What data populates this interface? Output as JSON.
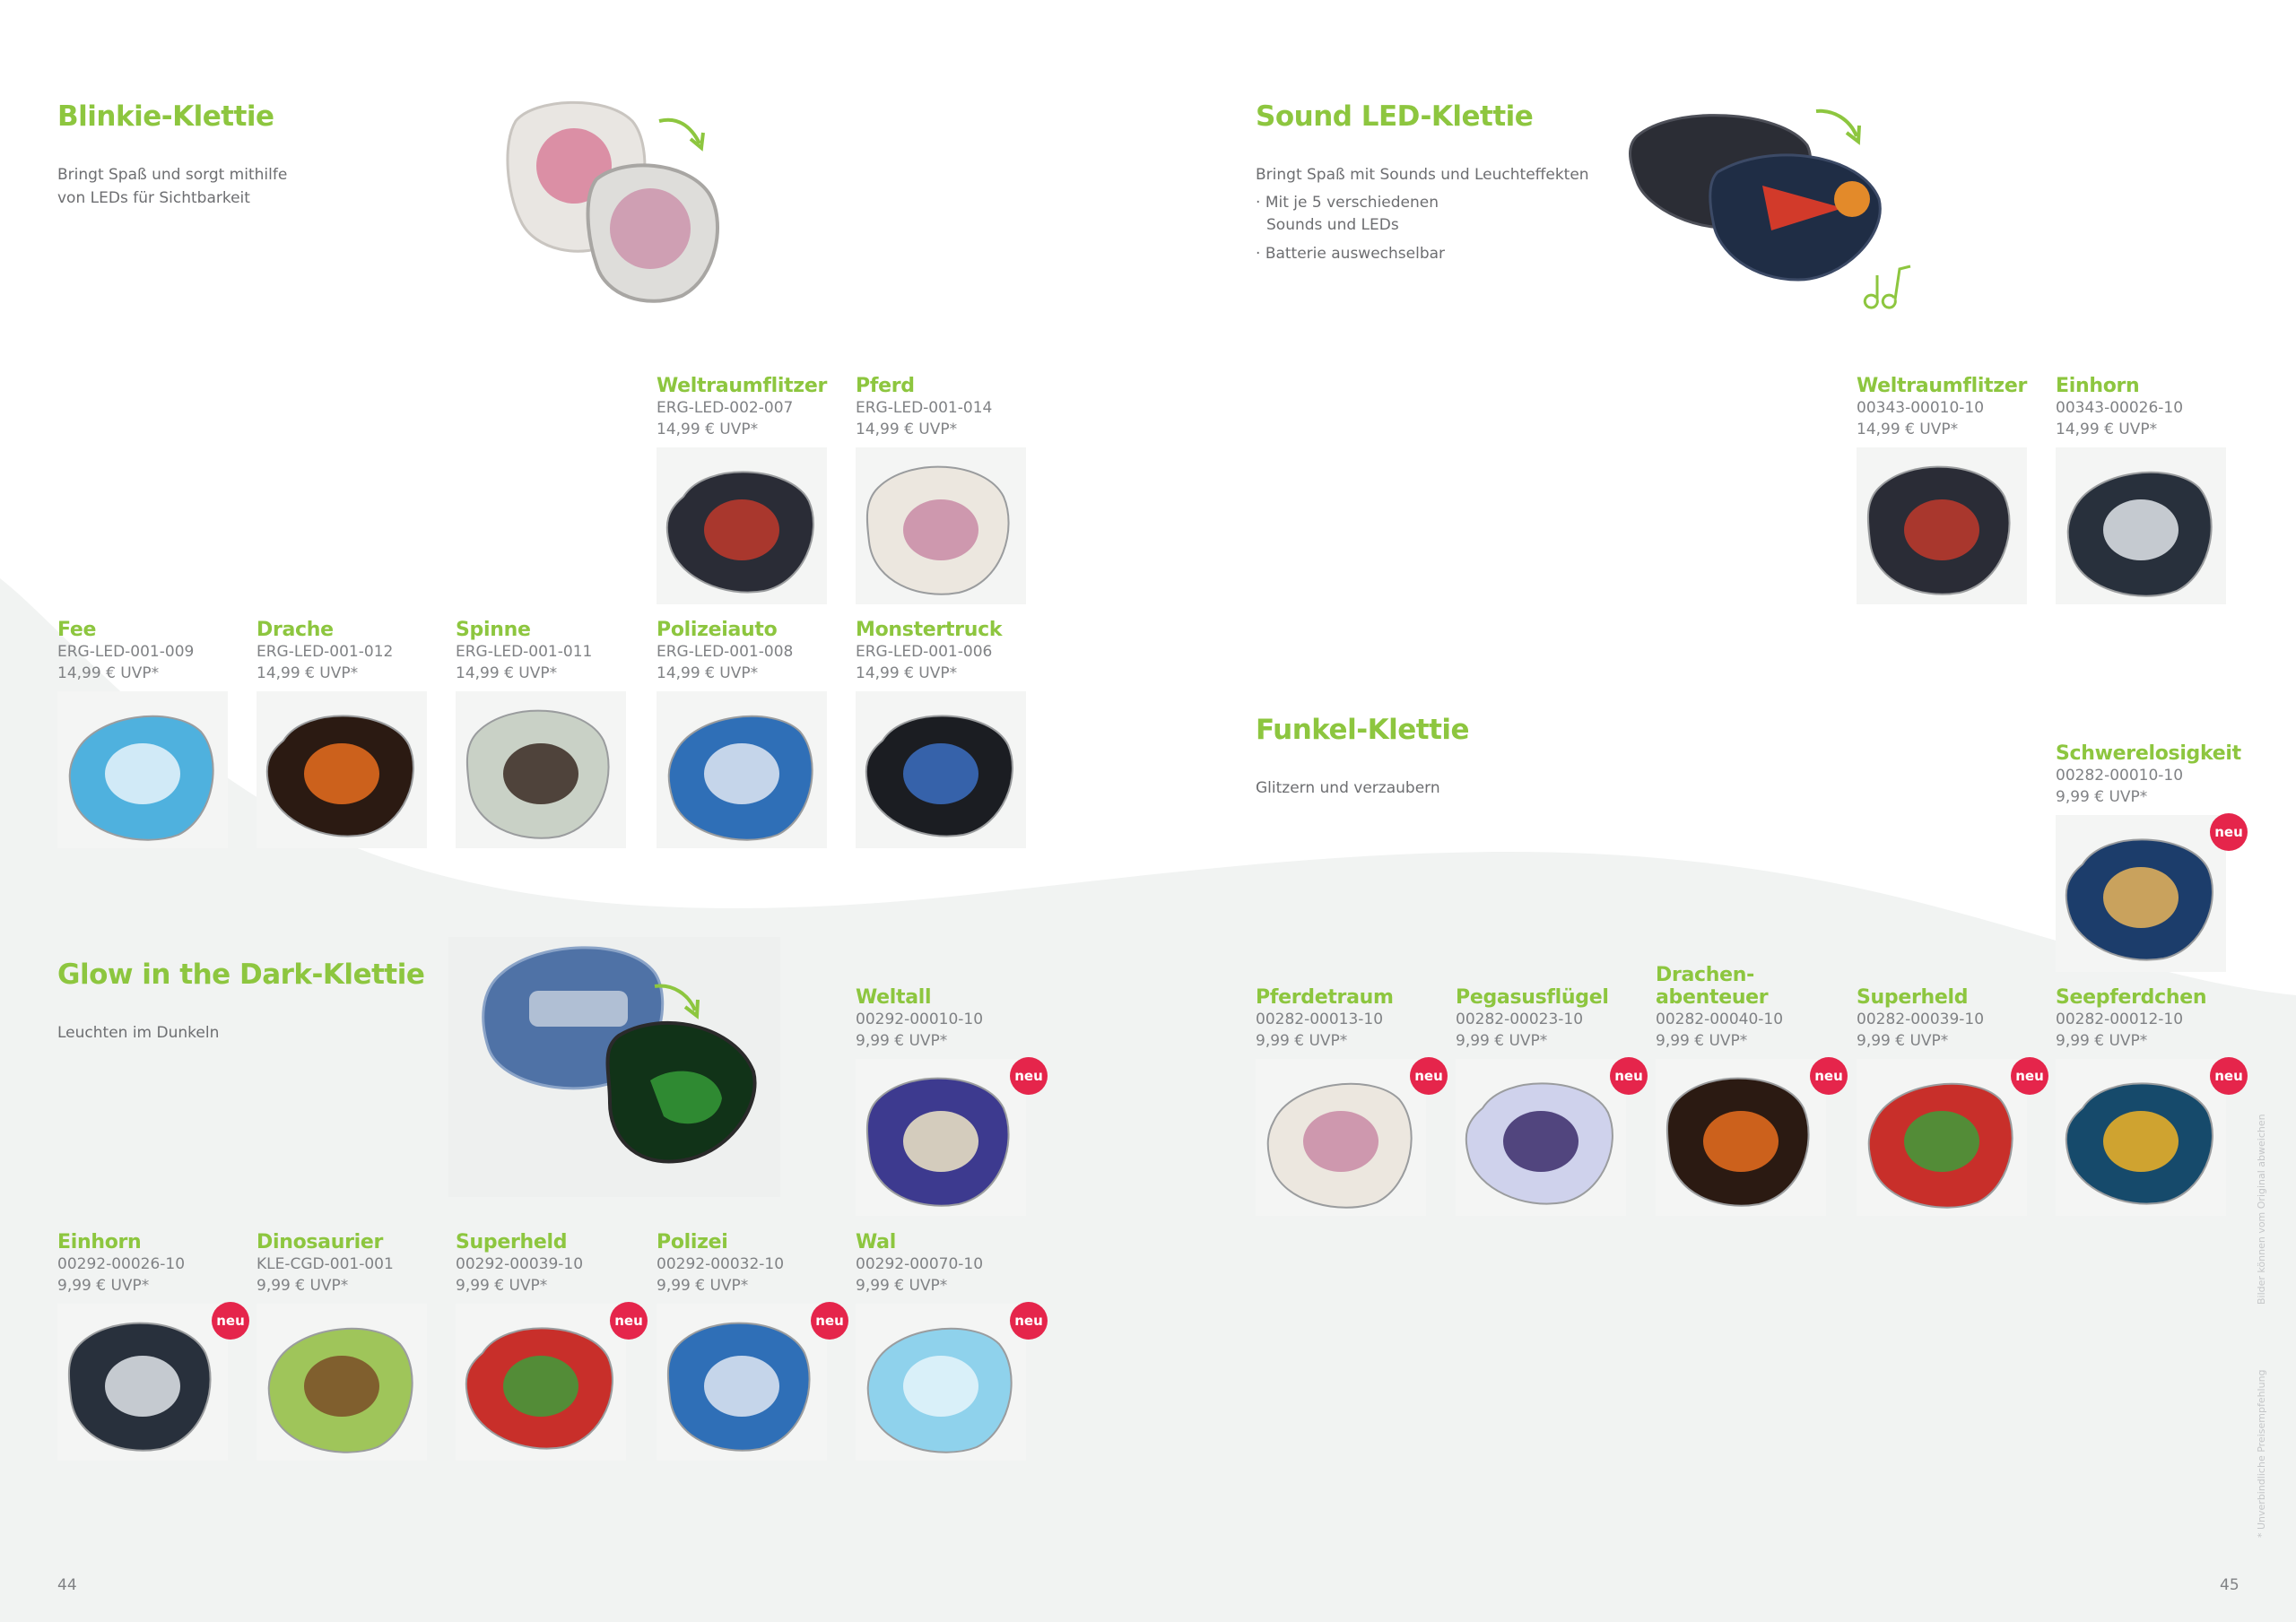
{
  "colors": {
    "accent": "#8dc63f",
    "badge": "#e5254b",
    "text": "#6d6e71",
    "wave": "#f1f3f2"
  },
  "badge_label": "neu",
  "sections": {
    "blinkie": {
      "title": "Blinkie-Klettie",
      "desc_lines": [
        "Bringt Spaß und sorgt mithilfe",
        "von LEDs für Sichtbarkeit"
      ]
    },
    "sound": {
      "title": "Sound LED-Klettie",
      "desc": "Bringt Spaß mit Sounds und Leuchteffekten",
      "bullets": [
        "Mit je 5 verschiedenen",
        "Sounds und LEDs",
        "Batterie auswechselbar"
      ]
    },
    "glow": {
      "title": "Glow in the Dark-Klettie",
      "desc": "Leuchten im Dunkeln"
    },
    "funkel": {
      "title": "Funkel-Klettie",
      "desc": "Glitzern und verzaubern"
    }
  },
  "products": [
    {
      "name": "Weltraumflitzer",
      "code": "ERG-LED-002-007",
      "price": "14,99 € UVP*",
      "icon": "spaceship-image",
      "new": false
    },
    {
      "name": "Pferd",
      "code": "ERG-LED-001-014",
      "price": "14,99 € UVP*",
      "icon": "horse-image",
      "new": false
    },
    {
      "name": "Fee",
      "code": "ERG-LED-001-009",
      "price": "14,99 € UVP*",
      "icon": "fairy-image",
      "new": false
    },
    {
      "name": "Drache",
      "code": "ERG-LED-001-012",
      "price": "14,99 € UVP*",
      "icon": "dragon-image",
      "new": false
    },
    {
      "name": "Spinne",
      "code": "ERG-LED-001-011",
      "price": "14,99 € UVP*",
      "icon": "spider-image",
      "new": false
    },
    {
      "name": "Polizeiauto",
      "code": "ERG-LED-001-008",
      "price": "14,99 € UVP*",
      "icon": "police-car-image",
      "new": false
    },
    {
      "name": "Monstertruck",
      "code": "ERG-LED-001-006",
      "price": "14,99 € UVP*",
      "icon": "monster-truck-image",
      "new": false
    },
    {
      "name": "Weltraumflitzer",
      "code": "00343-00010-10",
      "price": "14,99 € UVP*",
      "icon": "spaceship-image",
      "new": false
    },
    {
      "name": "Einhorn",
      "code": "00343-00026-10",
      "price": "14,99 € UVP*",
      "icon": "unicorn-image",
      "new": false
    },
    {
      "name": "Schwerelosigkeit",
      "code": "00282-00010-10",
      "price": "9,99 € UVP*",
      "icon": "alien-planet-image",
      "new": true
    },
    {
      "name": "Weltall",
      "code": "00292-00010-10",
      "price": "9,99 € UVP*",
      "icon": "ufo-image",
      "new": true
    },
    {
      "name": "Pferdetraum",
      "code": "00282-00013-10",
      "price": "9,99 € UVP*",
      "icon": "horse-image",
      "new": true
    },
    {
      "name": "Pegasusflügel",
      "code": "00282-00023-10",
      "price": "9,99 € UVP*",
      "icon": "pegasus-image",
      "new": true
    },
    {
      "name": "Drachen-\nabenteuer",
      "code": "00282-00040-10",
      "price": "9,99 € UVP*",
      "icon": "dragon-image",
      "new": true
    },
    {
      "name": "Superheld",
      "code": "00282-00039-10",
      "price": "9,99 € UVP*",
      "icon": "superhero-image",
      "new": true
    },
    {
      "name": "Seepferdchen",
      "code": "00282-00012-10",
      "price": "9,99 € UVP*",
      "icon": "seahorse-image",
      "new": true
    },
    {
      "name": "Einhorn",
      "code": "00292-00026-10",
      "price": "9,99 € UVP*",
      "icon": "unicorn-image",
      "new": true
    },
    {
      "name": "Dinosaurier",
      "code": "KLE-CGD-001-001",
      "price": "9,99 € UVP*",
      "icon": "dinosaur-image",
      "new": false
    },
    {
      "name": "Superheld",
      "code": "00292-00039-10",
      "price": "9,99 € UVP*",
      "icon": "superhero-image",
      "new": true
    },
    {
      "name": "Polizei",
      "code": "00292-00032-10",
      "price": "9,99 € UVP*",
      "icon": "police-car-image",
      "new": true
    },
    {
      "name": "Wal",
      "code": "00292-00070-10",
      "price": "9,99 € UVP*",
      "icon": "whale-image",
      "new": true
    }
  ],
  "page_numbers": {
    "left": "44",
    "right": "45"
  },
  "side_notes": {
    "top": "Bilder können vom Original abweichen",
    "bottom": "* Unverbindliche Preisempfehlung"
  }
}
